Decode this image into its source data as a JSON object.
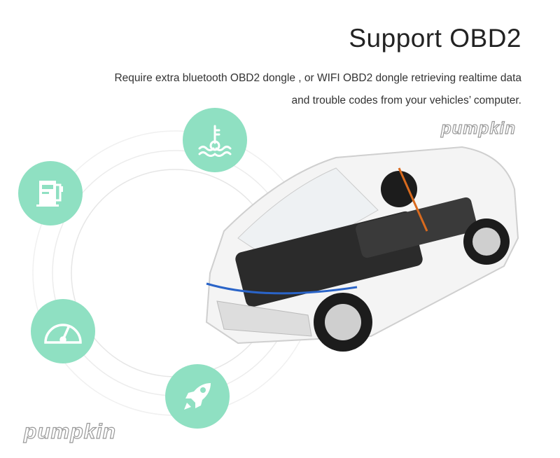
{
  "header": {
    "title": "Support OBD2",
    "description_line1": "Require extra bluetooth OBD2 dongle , or WIFI OBD2 dongle retrieving realtime data",
    "description_line2": "and trouble codes from your vehicles’ computer."
  },
  "brand": {
    "logo_text": "pumpkin"
  },
  "icons": [
    "coolant-temperature-icon",
    "fuel-pump-icon",
    "speedometer-icon",
    "rocket-icon"
  ],
  "colors": {
    "badge": "#8fe0c2",
    "text": "#222222"
  }
}
